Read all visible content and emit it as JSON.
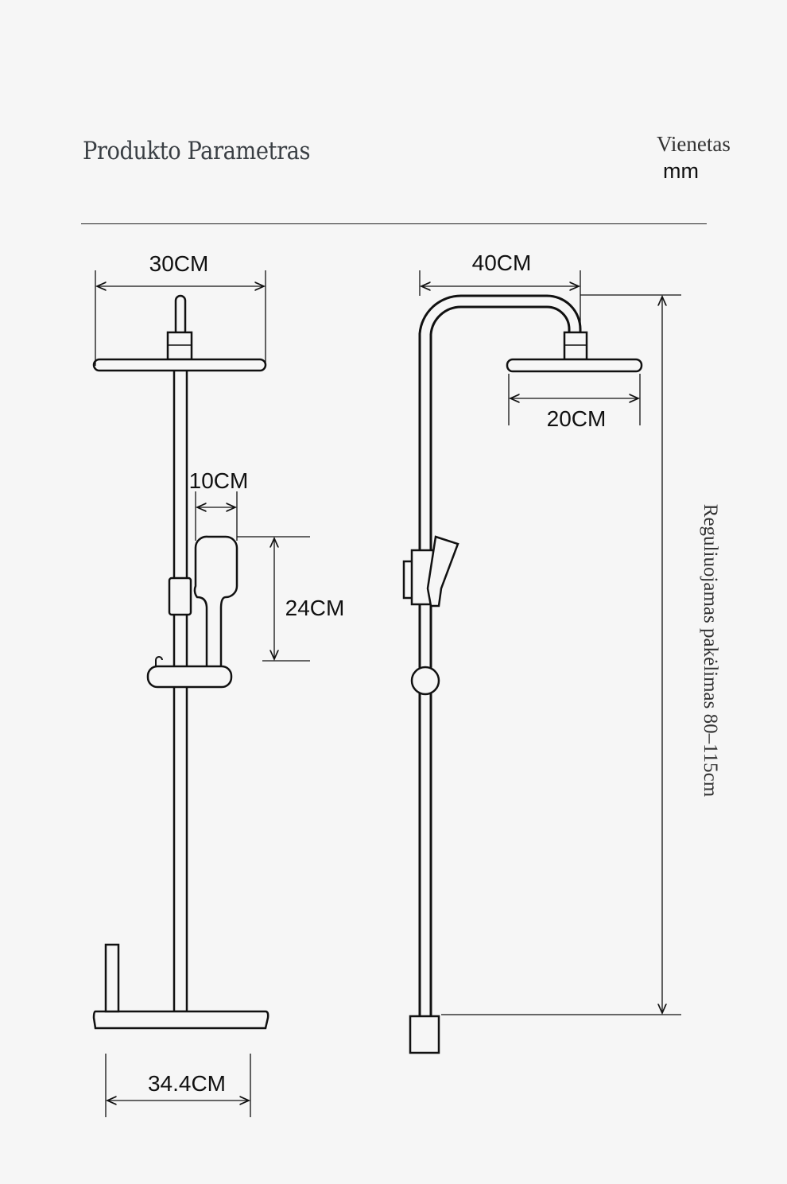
{
  "header": {
    "title": "Produkto Parametras",
    "unit_label": "Vienetas",
    "unit_value": "mm"
  },
  "dimensions": {
    "top_shower_width": "30CM",
    "arm_length": "40CM",
    "head_diameter": "20CM",
    "handheld_width": "10CM",
    "handheld_height": "24CM",
    "base_width": "34.4CM",
    "adjustable_height": "Reguliuojamas pakėlimas 80–115cm"
  }
}
